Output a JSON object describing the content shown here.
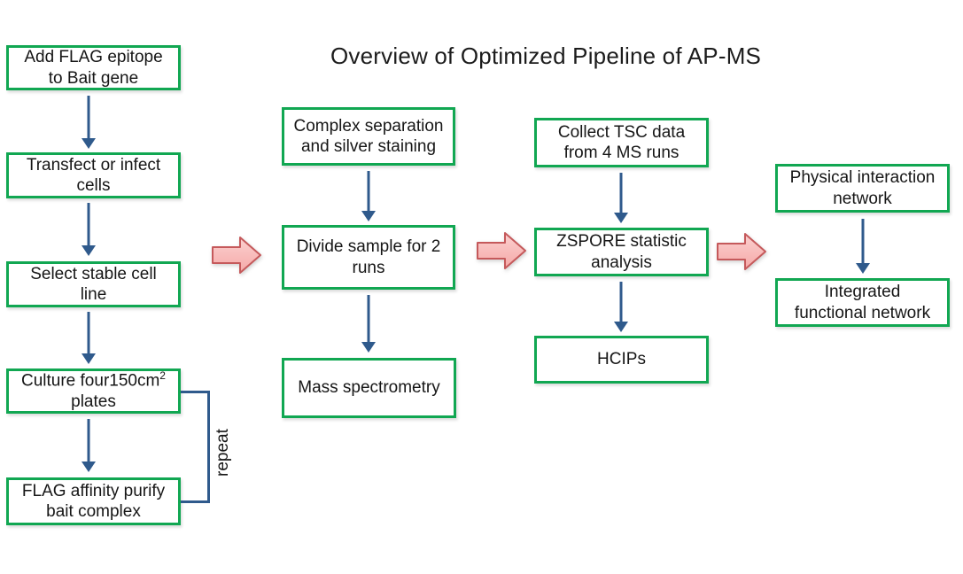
{
  "title": "Overview of Optimized Pipeline of AP-MS",
  "boxes": {
    "add_flag": {
      "line1": "Add FLAG epitope",
      "line2": "to Bait gene"
    },
    "transfect": {
      "line1": "Transfect or infect",
      "line2": "cells"
    },
    "select_cell": {
      "line1": "Select stable cell",
      "line2": "line"
    },
    "culture": {
      "pre": "Culture four150cm",
      "sup": "2",
      "line2": "plates"
    },
    "flag_purify": {
      "line1": "FLAG affinity purify",
      "line2": "bait complex"
    },
    "complex_sep": {
      "line1": "Complex separation",
      "line2": "and silver staining"
    },
    "divide": {
      "line1": "Divide sample for 2",
      "line2": "runs"
    },
    "mass_spec": {
      "line1": "Mass spectrometry"
    },
    "collect_tsc": {
      "line1": "Collect TSC data",
      "line2": "from 4 MS runs"
    },
    "zspore": {
      "line1": "ZSPORE statistic",
      "line2": "analysis"
    },
    "hcips": {
      "line1": "HCIPs"
    },
    "physical": {
      "line1": "Physical interaction",
      "line2": "network"
    },
    "integrated": {
      "line1": "Integrated",
      "line2": "functional network"
    }
  },
  "annotations": {
    "repeat_label": "repeat"
  },
  "colors": {
    "box_border_green": "#11a752",
    "arrow_blue": "#2f5a8c",
    "block_arrow_fill": "#f8bcba",
    "block_arrow_border": "#c5595b",
    "text": "#161616",
    "background": "#ffffff"
  }
}
